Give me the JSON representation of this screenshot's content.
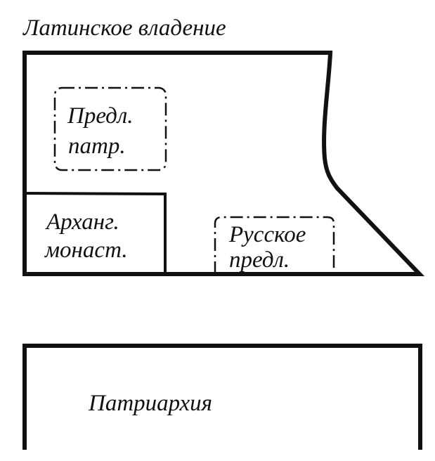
{
  "title": "Латинское владение",
  "regions": {
    "patriarch_courtyard": {
      "line1": "Предл.",
      "line2": "патр."
    },
    "archangel_monastery": {
      "line1": "Арханг.",
      "line2": "монаст."
    },
    "russian_courtyard": {
      "line1": "Русское",
      "line2": "предл."
    },
    "patriarchate": {
      "label": "Патриархия"
    }
  },
  "colors": {
    "stroke": "#111111",
    "background": "#ffffff"
  }
}
